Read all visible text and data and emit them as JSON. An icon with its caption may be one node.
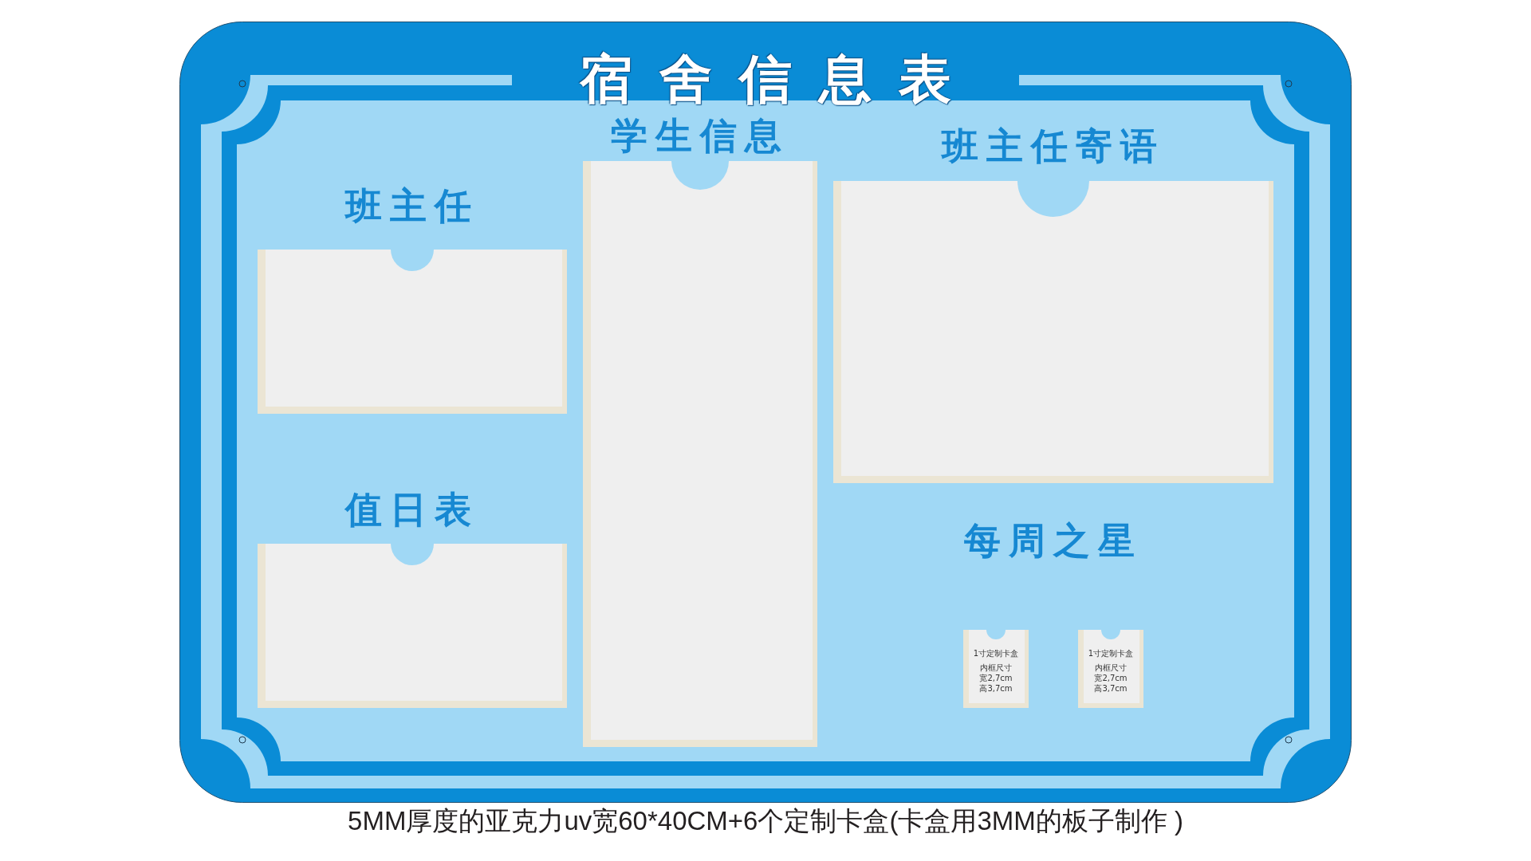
{
  "diagram": {
    "caption": "5MM厚度的亚克力uv宽60*40CM+6个定制卡盒(卡盒用3MM的板子制作 )",
    "nodes": [
      {
        "text": [
          "宿舍信息表"
        ]
      },
      {
        "text": [
          "学生信息"
        ],
        "in": 0
      },
      {
        "text": [
          "班主任寄语"
        ],
        "in": 0
      },
      {
        "text": [
          "班主任"
        ],
        "in": 0
      },
      {
        "text": [
          "值日表"
        ],
        "in": 0
      },
      {
        "text": [
          "1寸定制卡盒",
          "内框尺寸",
          "宽2,7cm",
          "高3,7cm"
        ],
        "in": 0
      },
      {
        "text": [
          "1寸定制卡盒",
          "内框尺寸",
          "宽2,7cm",
          "高3,7cm"
        ],
        "in": 0
      }
    ],
    "labels": [
      "每周之星"
    ]
  }
}
